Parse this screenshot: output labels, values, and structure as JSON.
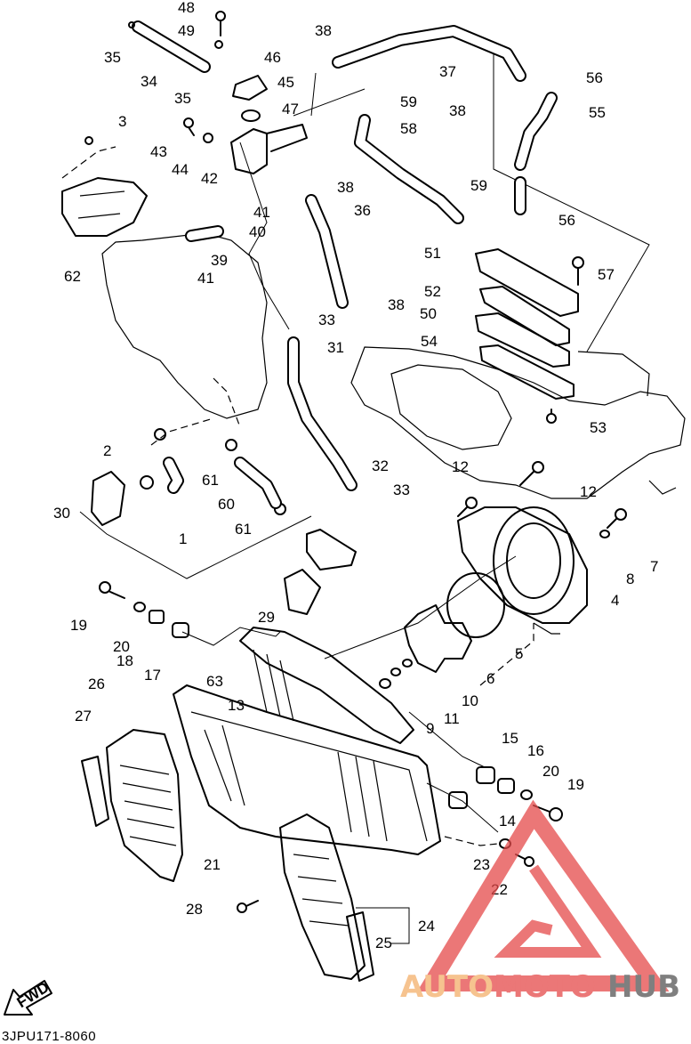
{
  "diagram_code": "3JPU171-8060",
  "fwd_label": "FWD",
  "watermark": {
    "part1": "AUTO",
    "part2": "MOTO",
    "part3": "HUB",
    "color_light": "#f4b06a",
    "color_red": "#e54a4a",
    "color_dark": "#555555"
  },
  "callouts": [
    "48",
    "49",
    "35",
    "34",
    "35",
    "46",
    "45",
    "47",
    "38",
    "37",
    "56",
    "55",
    "59",
    "38",
    "58",
    "3",
    "43",
    "44",
    "42",
    "41",
    "40",
    "39",
    "41",
    "62",
    "38",
    "36",
    "59",
    "56",
    "51",
    "57",
    "52",
    "38",
    "50",
    "33",
    "31",
    "54",
    "53",
    "2",
    "61",
    "32",
    "12",
    "12",
    "30",
    "60",
    "33",
    "1",
    "61",
    "7",
    "8",
    "4",
    "29",
    "19",
    "20",
    "18",
    "17",
    "5",
    "6",
    "10",
    "26",
    "63",
    "13",
    "9",
    "11",
    "27",
    "15",
    "16",
    "20",
    "19",
    "14",
    "21",
    "23",
    "22",
    "28",
    "24",
    "25"
  ]
}
